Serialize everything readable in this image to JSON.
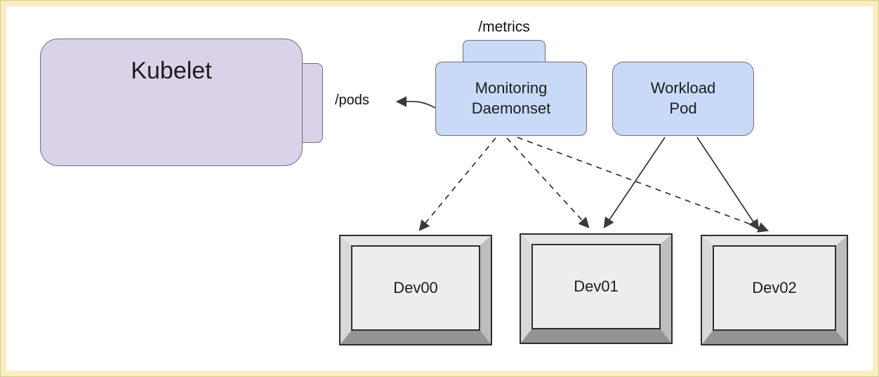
{
  "nodes": {
    "kubelet": {
      "label": "Kubelet"
    },
    "monitoring_daemonset": {
      "label": "Monitoring\nDaemonset",
      "endpoint_label": "/metrics"
    },
    "workload_pod": {
      "label": "Workload\nPod"
    },
    "devices": [
      {
        "label": "Dev00"
      },
      {
        "label": "Dev01"
      },
      {
        "label": "Dev02"
      }
    ]
  },
  "edges": {
    "kubelet_pods": {
      "label": "/pods",
      "from": "monitoring_daemonset",
      "to": "kubelet",
      "style": "solid"
    },
    "monitoring_to_devices": {
      "from": "monitoring_daemonset",
      "to": [
        "Dev00",
        "Dev01",
        "Dev02"
      ],
      "style": "dashed"
    },
    "workload_to_devices": {
      "from": "workload_pod",
      "to": [
        "Dev01",
        "Dev02"
      ],
      "style": "solid"
    }
  },
  "colors": {
    "frame_border": "#f8eec2",
    "kubelet_fill": "#d9d2e9",
    "pod_fill": "#c9daf8",
    "node_border": "#6f6f6f",
    "arrow": "#3a3a3a"
  }
}
